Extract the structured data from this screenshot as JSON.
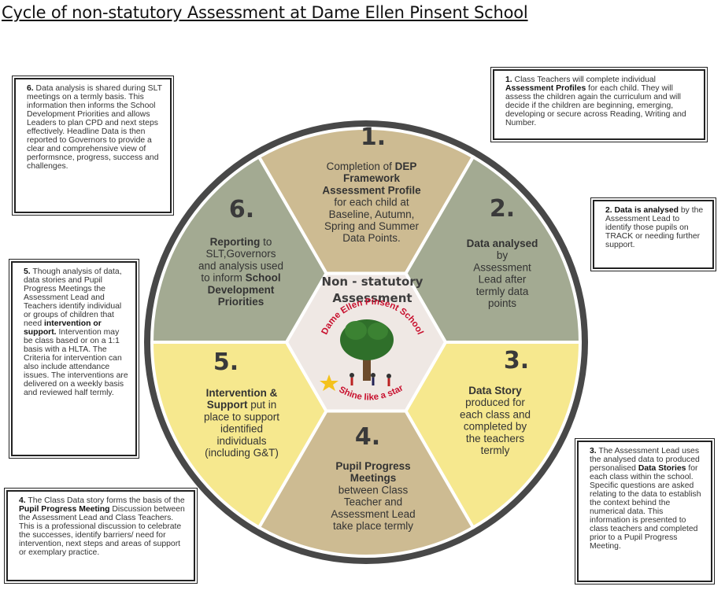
{
  "title": "Cycle of non-statutory Assessment at Dame Ellen Pinsent School",
  "center": {
    "title_line1": "Non - statutory",
    "title_line2": "Assessment",
    "logo_top": "Dame Ellen Pinsent School",
    "logo_bottom": "Shine like a star"
  },
  "segments": [
    {
      "num": "1.",
      "color": "#cdbb92",
      "lines": [
        [
          "Completion of ",
          "DEP"
        ],
        [
          "",
          "Framework"
        ],
        [
          "",
          "Assessment Profile"
        ],
        [
          "for each child at",
          ""
        ],
        [
          "Baseline, Autumn,",
          ""
        ],
        [
          "Spring and Summer",
          ""
        ],
        [
          "Data Points.",
          ""
        ]
      ]
    },
    {
      "num": "2.",
      "color": "#a3aa92",
      "lines": [
        [
          "",
          "Data analysed"
        ],
        [
          "by",
          ""
        ],
        [
          "Assessment",
          ""
        ],
        [
          "Lead after",
          ""
        ],
        [
          "termly data",
          ""
        ],
        [
          "points",
          ""
        ]
      ]
    },
    {
      "num": "3.",
      "color": "#f6e88e",
      "lines": [
        [
          "",
          "Data Story"
        ],
        [
          "produced for",
          ""
        ],
        [
          "each class and",
          ""
        ],
        [
          "completed by",
          ""
        ],
        [
          "the teachers",
          ""
        ],
        [
          "termly",
          ""
        ]
      ]
    },
    {
      "num": "4.",
      "color": "#cdbb92",
      "lines": [
        [
          "",
          "Pupil Progress"
        ],
        [
          "",
          "Meetings"
        ],
        [
          "between Class",
          ""
        ],
        [
          "Teacher and",
          ""
        ],
        [
          "Assessment Lead",
          ""
        ],
        [
          "take place termly",
          ""
        ]
      ]
    },
    {
      "num": "5.",
      "color": "#f6e88e",
      "lines": [
        [
          "",
          "Intervention &"
        ],
        [
          "",
          "Support"
        ],
        [
          "place to support",
          ""
        ],
        [
          "identified",
          ""
        ],
        [
          "individuals",
          ""
        ],
        [
          "(including G&T)",
          ""
        ]
      ]
    },
    {
      "num": "6.",
      "color": "#a3aa92",
      "lines": [
        [
          "",
          "Reporting"
        ],
        [
          "SLT,Governors",
          ""
        ],
        [
          "and analysis used",
          ""
        ],
        [
          "to inform ",
          "School"
        ],
        [
          "",
          "Development"
        ],
        [
          "",
          "Priorities"
        ]
      ]
    }
  ],
  "segment_suffix": {
    "s5_line2": " put in",
    "s6_line1": " to"
  },
  "boxes": {
    "b1": "<b>1.</b> Class Teachers will complete individual <b>Assessment Profiles</b> for each child. They will assess the children again the curriculum and will decide if the children are beginning, emerging, developing or secure across Reading, Writing and Number.",
    "b2": "<b>2. Data is analysed</b> by the Assessment Lead to identify those pupils on TRACK or needing further support.",
    "b3": "<b>3.</b> The Assessment Lead uses the analysed data to produced personalised <b>Data Stories</b> for each class within the school. Specific questions are asked relating to the data to establish the context behind the numerical data. This information is presented to class teachers and completed prior to a Pupil Progress Meeting.",
    "b4": "<b>4.</b> The Class Data story forms the basis of the <b>Pupil Progress Meeting</b> Discussion between the Assessment Lead and Class Teachers. This is a professional discussion to celebrate the successes, identify barriers/ need for intervention, next steps and areas of support or exemplary practice.",
    "b5": "<b>5.</b> Though analysis of data, data stories and Pupil Progress Meetings the Assessment Lead and Teachers identify individual or groups of children that need <b>intervention or support.</b> Intervention may be class based or on a 1:1 basis with a HLTA. The Criteria for intervention can also include attendance issues. The interventions are delivered on a weekly basis and reviewed half termly.",
    "b6": "<b>6.</b> Data analysis is shared during SLT meetings on a termly basis. This information then informs the School Development Priorities and allows Leaders to plan CPD and next steps effectively. Headline Data is then reported to Governors to provide a clear and comprehensive view of performsnce, progress, success and challenges."
  },
  "colors": {
    "ring": "#484848",
    "hex_border": "#ffffff",
    "center": "#efe8e4"
  }
}
